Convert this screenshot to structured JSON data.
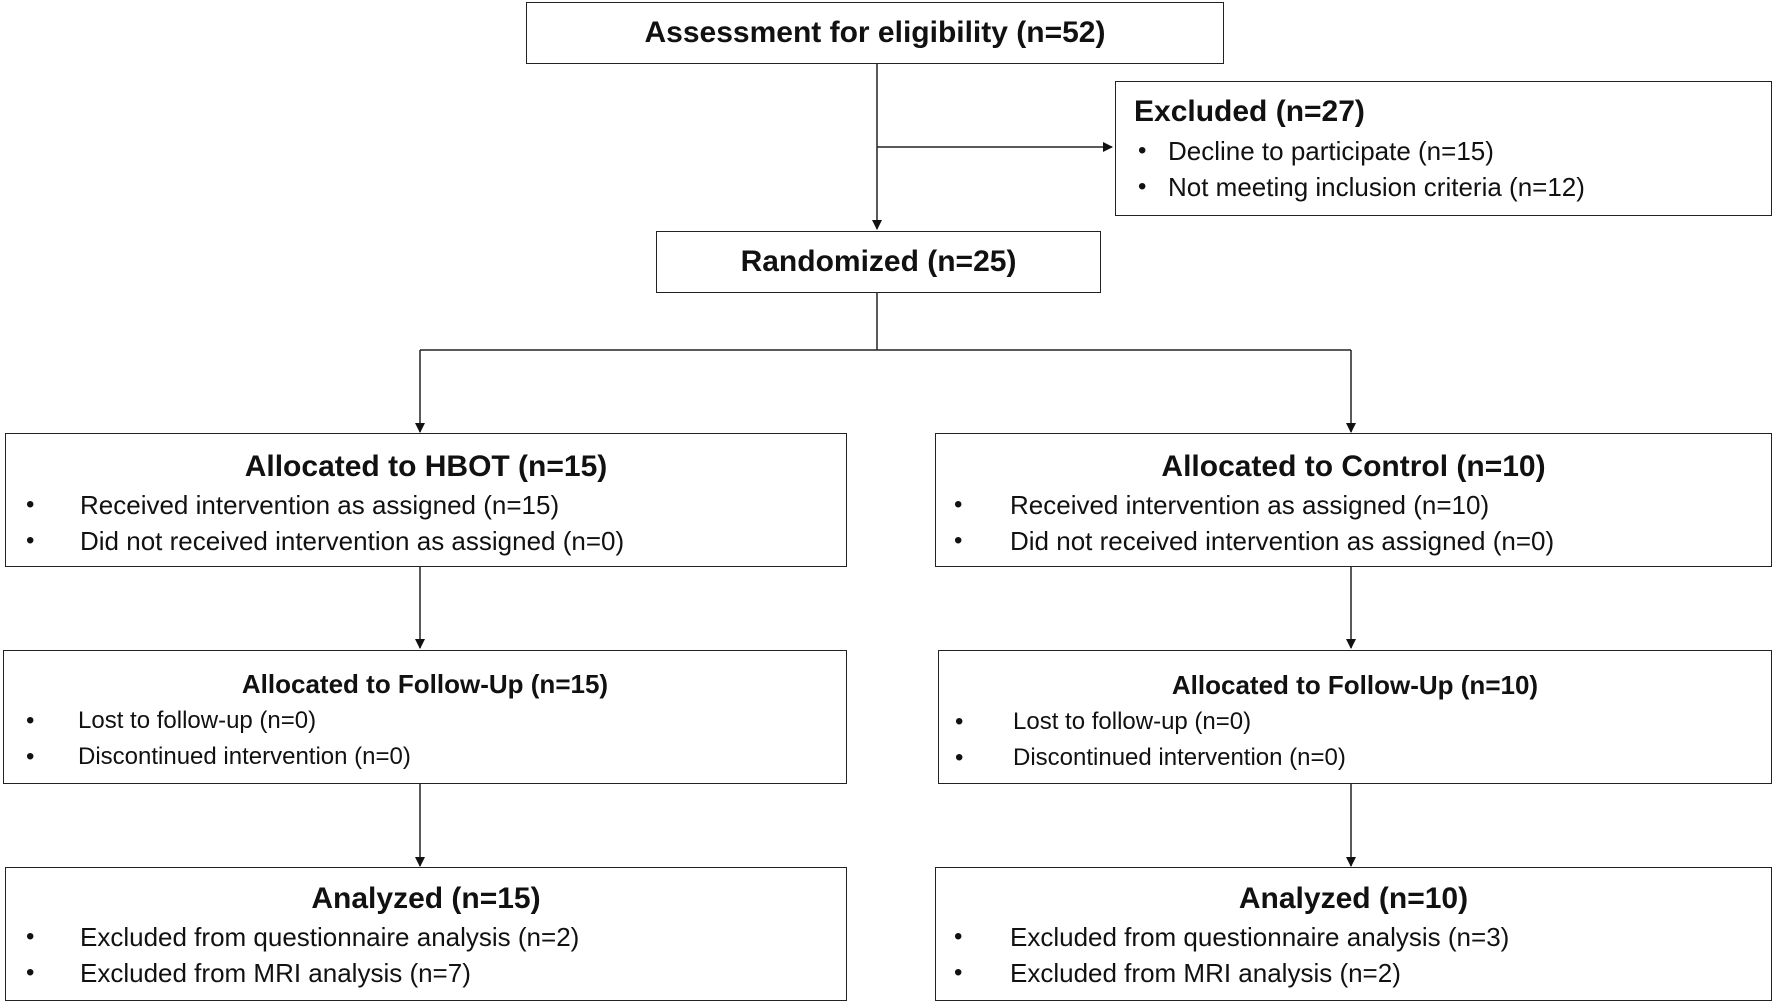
{
  "assessment": {
    "title": "Assessment for eligibility (n=52)"
  },
  "excluded": {
    "title": "Excluded (n=27)",
    "items": [
      "Decline to participate (n=15)",
      "Not meeting inclusion criteria (n=12)"
    ]
  },
  "randomized": {
    "title": "Randomized (n=25)"
  },
  "bullet": "•",
  "hbot": {
    "allocation": {
      "title": "Allocated to HBOT (n=15)",
      "items": [
        "Received intervention as assigned (n=15)",
        "Did not received intervention as assigned (n=0)"
      ]
    },
    "followup": {
      "title": "Allocated to Follow-Up (n=15)",
      "items": [
        "Lost to follow-up (n=0)",
        "Discontinued intervention (n=0)"
      ]
    },
    "analyzed": {
      "title": "Analyzed (n=15)",
      "items": [
        "Excluded from questionnaire analysis (n=2)",
        "Excluded from MRI analysis (n=7)"
      ]
    }
  },
  "control": {
    "allocation": {
      "title": "Allocated to Control (n=10)",
      "items": [
        "Received intervention as assigned (n=10)",
        "Did not received intervention as assigned (n=0)"
      ]
    },
    "followup": {
      "title": "Allocated to Follow-Up (n=10)",
      "items": [
        "Lost to follow-up (n=0)",
        "Discontinued intervention (n=0)"
      ]
    },
    "analyzed": {
      "title": "Analyzed (n=10)",
      "items": [
        "Excluded from questionnaire analysis (n=3)",
        "Excluded from MRI analysis (n=2)"
      ]
    }
  }
}
